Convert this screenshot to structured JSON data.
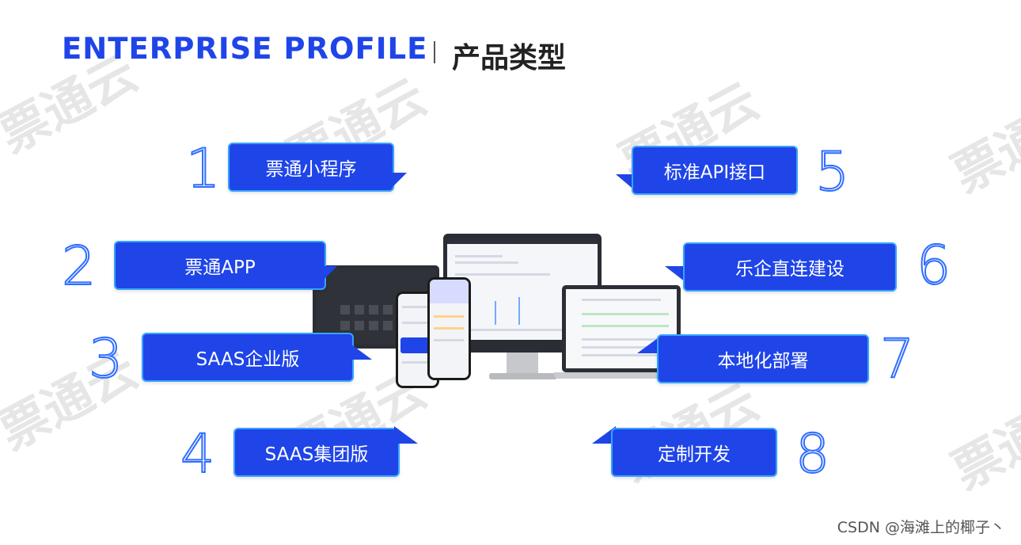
{
  "header": {
    "title_en": "ENTERPRISE PROFILE",
    "title_cn": "产品类型"
  },
  "watermark_text": "票通云",
  "items": [
    {
      "num": "1",
      "label": "票通小程序"
    },
    {
      "num": "2",
      "label": "票通APP"
    },
    {
      "num": "3",
      "label": "SAAS企业版"
    },
    {
      "num": "4",
      "label": "SAAS集团版"
    },
    {
      "num": "5",
      "label": "标准API接口"
    },
    {
      "num": "6",
      "label": "乐企直连建设"
    },
    {
      "num": "7",
      "label": "本地化部署"
    },
    {
      "num": "8",
      "label": "定制开发"
    }
  ],
  "footer": {
    "credit": "CSDN @海滩上的椰子丶"
  },
  "colors": {
    "accent": "#1f45e8",
    "number_outline": "#2f6dff",
    "bubble_border": "#37a3ff"
  }
}
